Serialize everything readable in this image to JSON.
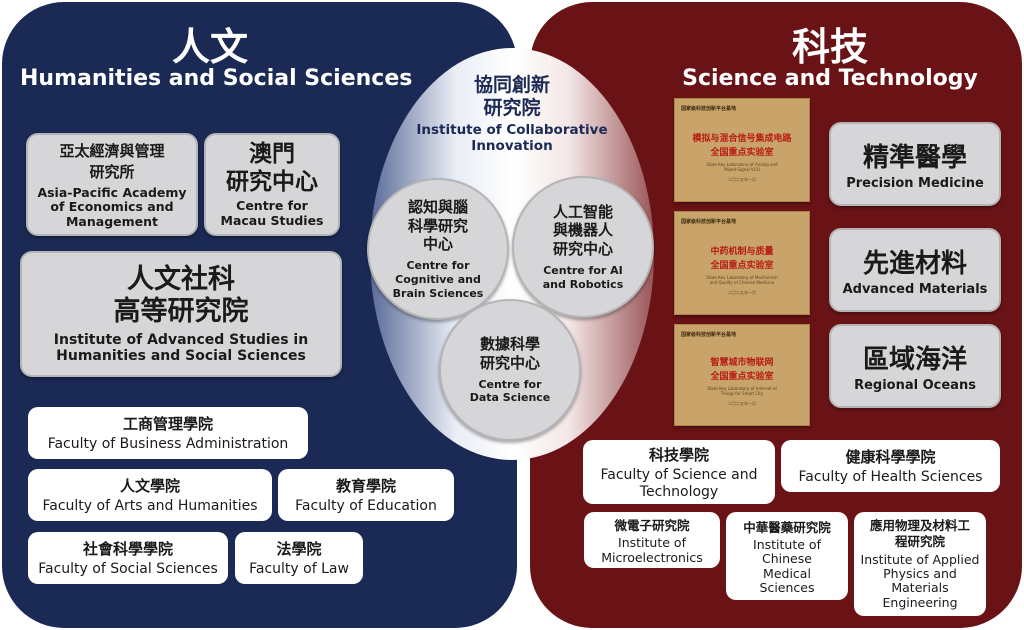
{
  "left": {
    "title_zh": "人文",
    "title_en": "Humanities and Social Sciences",
    "apaem": {
      "zh1": "亞太經濟與管理",
      "zh2": "研究所",
      "en": "Asia-Pacific Academy of Economics and Management"
    },
    "macau": {
      "zh1": "澳門",
      "zh2": "研究中心",
      "en": "Centre for Macau Studies"
    },
    "iahss": {
      "zh1": "人文社科",
      "zh2": "高等研究院",
      "en": "Institute of Advanced Studies in Humanities and Social Sciences"
    },
    "faculties": {
      "fba": {
        "zh": "工商管理學院",
        "en": "Faculty of Business Administration"
      },
      "fah": {
        "zh": "人文學院",
        "en": "Faculty of Arts and Humanities"
      },
      "fed": {
        "zh": "教育學院",
        "en": "Faculty of Education"
      },
      "fss": {
        "zh": "社會科學學院",
        "en": "Faculty of Social Sciences"
      },
      "fll": {
        "zh": "法學院",
        "en": "Faculty of Law"
      }
    }
  },
  "center": {
    "title_zh1": "協同創新",
    "title_zh2": "研究院",
    "title_en": "Institute of Collaborative Innovation",
    "ccbs": {
      "zh1": "認知與腦",
      "zh2": "科學研究",
      "zh3": "中心",
      "en": "Centre for Cognitive and Brain Sciences"
    },
    "cair": {
      "zh1": "人工智能",
      "zh2": "與機器人",
      "zh3": "研究中心",
      "en": "Centre for AI and Robotics"
    },
    "cds": {
      "zh1": "數據科學",
      "zh2": "研究中心",
      "en": "Centre for Data Science"
    }
  },
  "right": {
    "title_zh": "科技",
    "title_en": "Science and Technology",
    "labs": [
      {
        "header": "国家级科技创新平台基地",
        "red1": "模拟与混合信号集成电路",
        "red2": "全国重点实验室",
        "sub": "State Key Laboratory of Analog and Mixed-Signal VLSI",
        "date": "二〇二五年一月"
      },
      {
        "header": "国家级科技创新平台基地",
        "red1": "中药机制与质量",
        "red2": "全国重点实验室",
        "sub": "State Key Laboratory of Mechanism and Quality of Chinese Medicine",
        "date": "二〇二五年一月"
      },
      {
        "header": "国家级科技创新平台基地",
        "red1": "智慧城市物联网",
        "red2": "全国重点实验室",
        "sub": "State Key Laboratory of Internet of Things for Smart City",
        "date": "二〇二五年一月"
      }
    ],
    "precision": {
      "zh": "精準醫學",
      "en": "Precision Medicine"
    },
    "materials": {
      "zh": "先進材料",
      "en": "Advanced Materials"
    },
    "oceans": {
      "zh": "區域海洋",
      "en": "Regional Oceans"
    },
    "faculties": {
      "fst": {
        "zh": "科技學院",
        "en": "Faculty of Science and Technology"
      },
      "fhs": {
        "zh": "健康科學學院",
        "en": "Faculty of Health Sciences"
      },
      "ime": {
        "zh": "微電子研究院",
        "en": "Institute of Microelectronics"
      },
      "icms": {
        "zh": "中華醫藥研究院",
        "en": "Institute of Chinese Medical Sciences"
      },
      "iapme": {
        "zh": "應用物理及材料工程研究院",
        "en": "Institute of Applied Physics and Materials Engineering"
      }
    }
  }
}
